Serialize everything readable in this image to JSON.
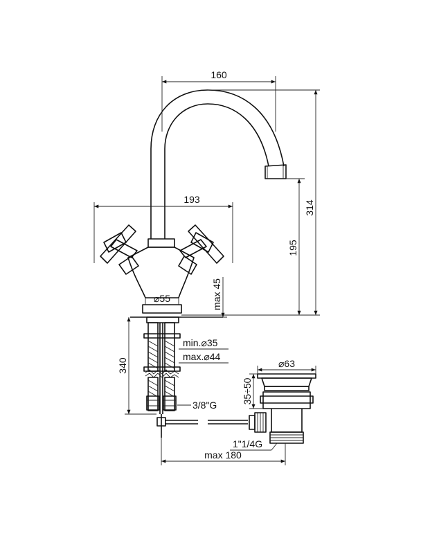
{
  "dimensions": {
    "spout_reach": "160",
    "handle_span": "193",
    "total_height": "314",
    "spout_height": "195",
    "max_thickness": "max 45",
    "base_diameter": "⌀55",
    "hose_length": "340",
    "min_hole": "min.⌀35",
    "max_hole": "max.⌀44",
    "thread": "3/8\"G",
    "drain_diameter": "⌀63",
    "drain_height": "35÷50",
    "drain_thread": "1\"1/4G",
    "max_rod": "max 180"
  },
  "colors": {
    "line": "#111111",
    "background": "#ffffff"
  }
}
